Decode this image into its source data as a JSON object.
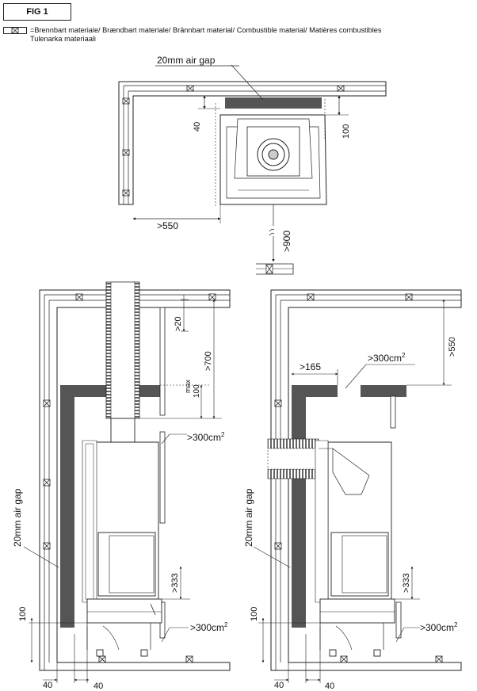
{
  "figure": {
    "label": "FIG 1",
    "legend_line1": "=Brennbart materiale/ Brændbart materiale/ Brännbart material/ Combustible material/ Matières combustibles",
    "legend_line2": "Tulenarka materiaali"
  },
  "top_view": {
    "air_gap": "20mm air gap",
    "dim_40": "40",
    "dim_100": "100",
    "dim_550": ">550",
    "dim_900": ">900"
  },
  "left_view": {
    "dim_20": ">20",
    "dim_700": ">700",
    "dim_max": "max",
    "dim_100_top": "100",
    "vent_upper": ">300cm",
    "vent_upper_sup": "2",
    "air_gap": "20mm air gap",
    "dim_333": ">333",
    "vent_lower": ">300cm",
    "vent_lower_sup": "2",
    "dim_100_floor": "100",
    "dim_40_left": "40",
    "dim_40_right": "40"
  },
  "right_view": {
    "dim_165": ">165",
    "vent_upper": ">300cm",
    "vent_upper_sup": "2",
    "dim_550": ">550",
    "air_gap": "20mm air gap",
    "dim_333": ">333",
    "vent_lower": ">300cm",
    "vent_lower_sup": "2",
    "dim_100_floor": "100",
    "dim_40_left": "40",
    "dim_40_right": "40"
  }
}
